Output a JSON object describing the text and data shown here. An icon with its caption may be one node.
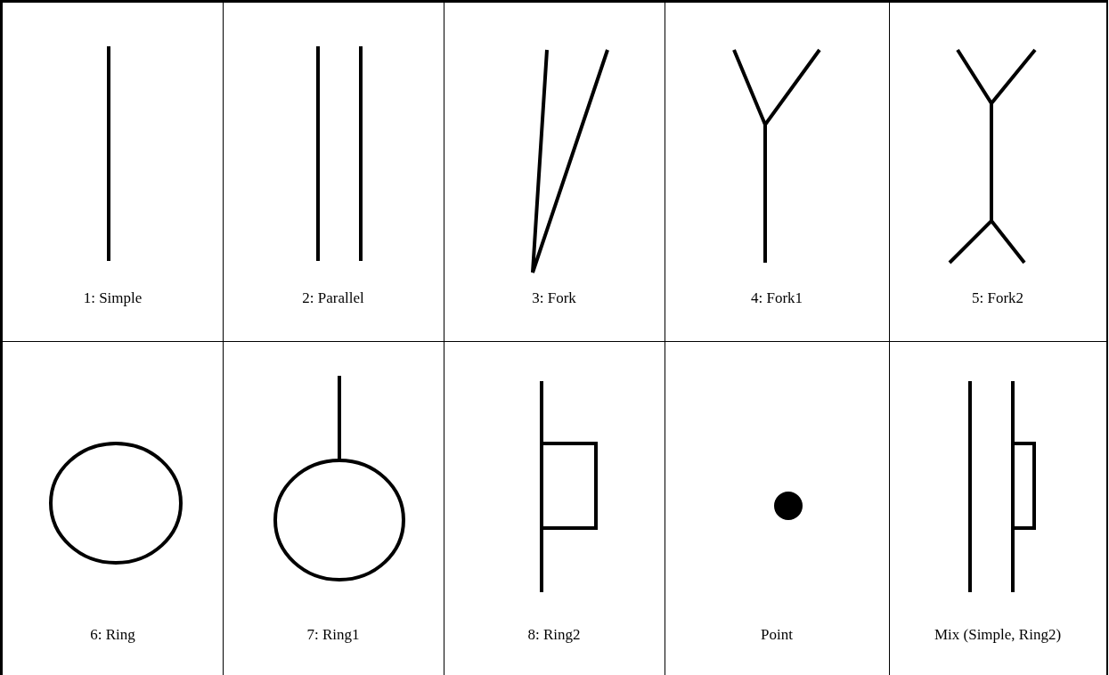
{
  "diagram": {
    "nodes": [
      {
        "text": [
          "1: Simple"
        ]
      },
      {
        "text": [
          "2: Parallel"
        ]
      },
      {
        "text": [
          "3: Fork"
        ]
      },
      {
        "text": [
          "4: Fork1"
        ]
      },
      {
        "text": [
          "5: Fork2"
        ]
      },
      {
        "text": [
          "6: Ring"
        ]
      },
      {
        "text": [
          "7: Ring1"
        ]
      },
      {
        "text": [
          "8: Ring2"
        ]
      },
      {
        "text": [
          "Point"
        ]
      },
      {
        "text": [
          "Mix (Simple, Ring2)"
        ]
      }
    ]
  }
}
